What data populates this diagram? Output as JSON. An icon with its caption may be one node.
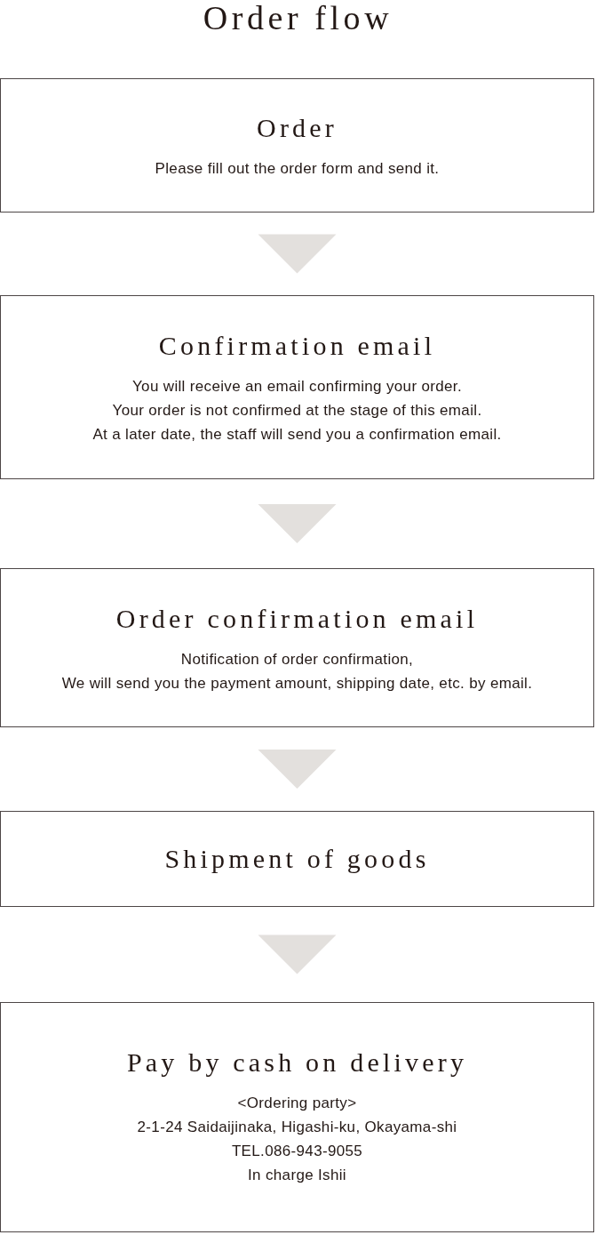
{
  "diagram": {
    "title": "Order flow",
    "nodes": [
      {
        "text": [
          "Order",
          "Please fill out the order form and send it."
        ]
      },
      {
        "text": [
          "Confirmation email",
          "You will receive an email confirming your order.",
          "Your order is not confirmed at the stage of this email.",
          "At a later date, the staff will send you a confirmation email."
        ]
      },
      {
        "text": [
          "Order confirmation email",
          "Notification of order confirmation,",
          "We will send you the payment amount, shipping date, etc. by email."
        ]
      },
      {
        "text": [
          "Shipment of goods"
        ]
      },
      {
        "text": [
          "Pay by cash on delivery",
          "<Ordering party>",
          "2-1-24 Saidaijinaka, Higashi-ku, Okayama-shi",
          "TEL.086-943-9055",
          "In charge Ishii"
        ]
      }
    ],
    "edges": [
      {
        "from": 0,
        "to": 1,
        "arrow": "to"
      },
      {
        "from": 1,
        "to": 2,
        "arrow": "to"
      },
      {
        "from": 2,
        "to": 3,
        "arrow": "to"
      },
      {
        "from": 3,
        "to": 4,
        "arrow": "to"
      }
    ]
  }
}
